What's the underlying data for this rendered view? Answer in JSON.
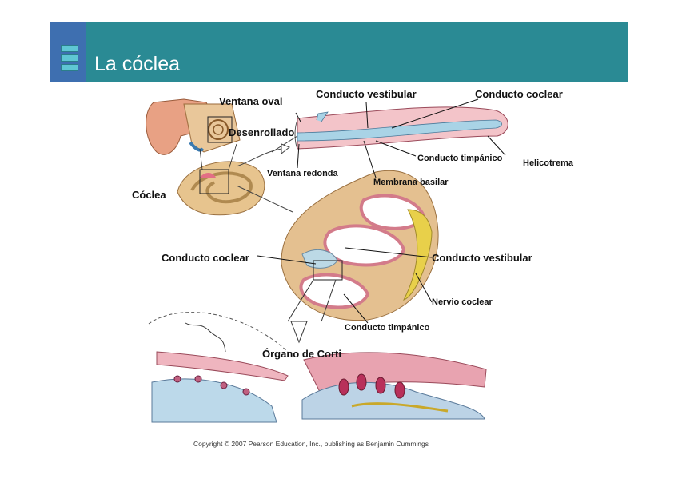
{
  "slide": {
    "title": "La cóclea",
    "copyright": "Copyright © 2007 Pearson Education, Inc., publishing as Benjamin Cummings"
  },
  "labels": {
    "ventana_oval": "Ventana oval",
    "conducto_vestibular_top": "Conducto vestibular",
    "conducto_coclear_top": "Conducto coclear",
    "desenrollado": "Desenrollado",
    "conducto_timpanico_top": "Conducto timpánico",
    "helicotrema": "Helicotrema",
    "ventana_redonda": "Ventana redonda",
    "membrana_basilar": "Membrana basilar",
    "coclea": "Cóclea",
    "conducto_coclear_mid": "Conducto coclear",
    "conducto_vestibular_mid": "Conducto vestibular",
    "nervio_coclear": "Nervio coclear",
    "conducto_timpanico_bottom": "Conducto timpánico",
    "organo_de_corti": "Órgano de Corti"
  }
}
